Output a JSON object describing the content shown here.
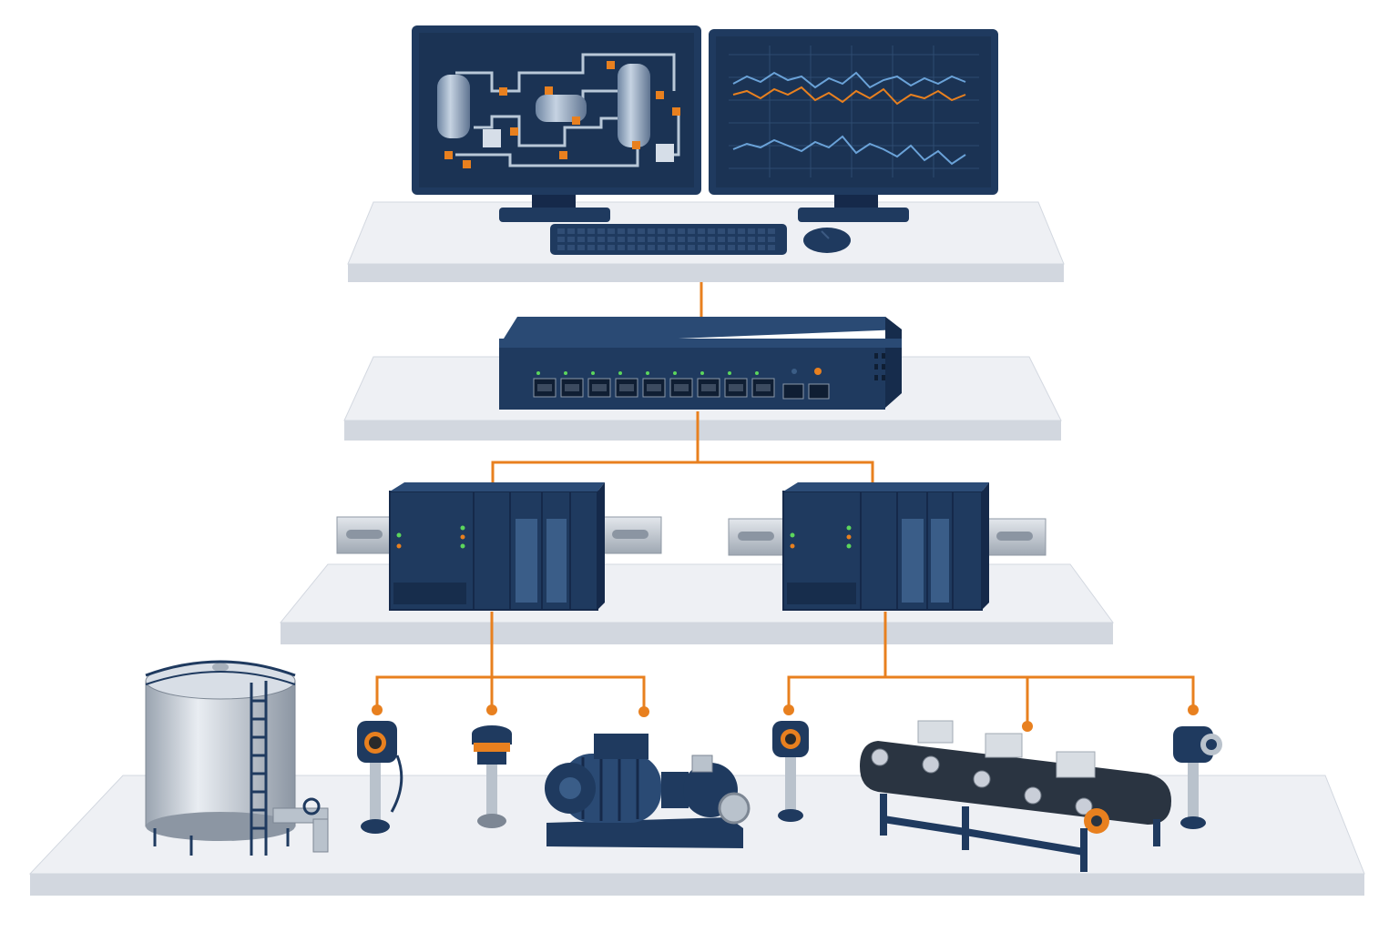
{
  "colors": {
    "navy": "#1f3a5f",
    "navy_dark": "#15294a",
    "screen_bg": "#1b3354",
    "orange": "#e8801f",
    "shelf_top": "#eef0f4",
    "shelf_edge": "#c9ced8",
    "steel": "#b9c2cc",
    "port_led": "#5cd65c"
  },
  "levels": [
    {
      "id": "operator",
      "items": [
        "process-hmi-monitor",
        "trend-monitor",
        "keyboard",
        "mouse"
      ]
    },
    {
      "id": "network",
      "items": [
        "ethernet-switch"
      ]
    },
    {
      "id": "control",
      "items": [
        "plc-left",
        "plc-right"
      ]
    },
    {
      "id": "field",
      "items": [
        "storage-tank",
        "pressure-transmitter",
        "level-sensor",
        "motor-pump",
        "pressure-transmitter-2",
        "conveyor",
        "flow-transmitter"
      ]
    }
  ],
  "icons": {
    "monitor": "monitor-icon",
    "switch": "network-switch-icon",
    "plc": "plc-icon",
    "tank": "tank-icon",
    "transmitter": "transmitter-icon",
    "pump": "pump-icon",
    "conveyor": "conveyor-icon"
  },
  "switch": {
    "rj45_ports": 9,
    "sfp_ports": 2
  }
}
